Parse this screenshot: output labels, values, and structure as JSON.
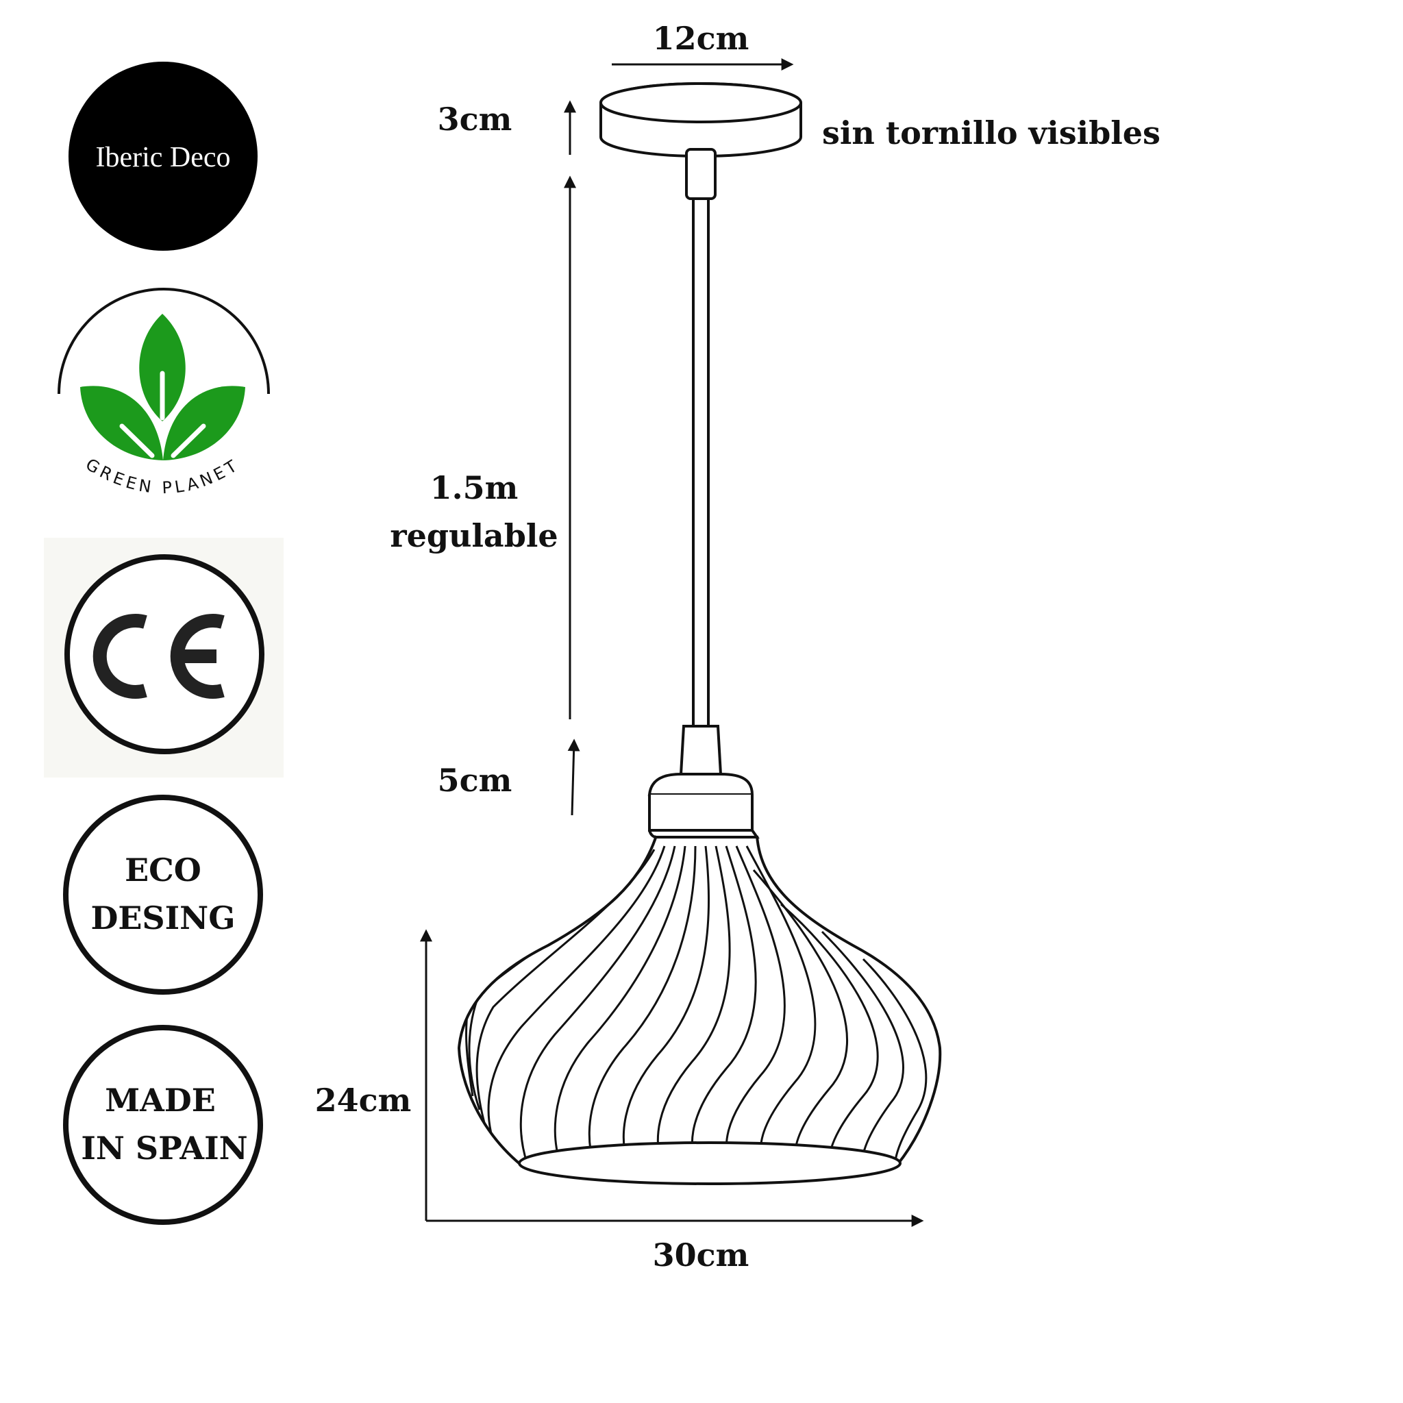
{
  "badges": {
    "brand": "Iberic Deco",
    "green_planet": "GREEN PLANET",
    "ce": "CE",
    "eco_line1": "ECO",
    "eco_line2": "DESING",
    "made_line1": "MADE",
    "made_line2": "IN SPAIN"
  },
  "dimensions": {
    "canopy_width": "12cm",
    "canopy_height": "3cm",
    "canopy_note": "sin tornillo visibles",
    "cable_length": "1.5m",
    "cable_note": "regulable",
    "socket_height": "5cm",
    "shade_height": "24cm",
    "shade_width": "30cm"
  },
  "colors": {
    "ink": "#111111",
    "leaf_green": "#1c9a1c",
    "badge_black": "#000000",
    "ce_bg": "#f7f7f3"
  }
}
